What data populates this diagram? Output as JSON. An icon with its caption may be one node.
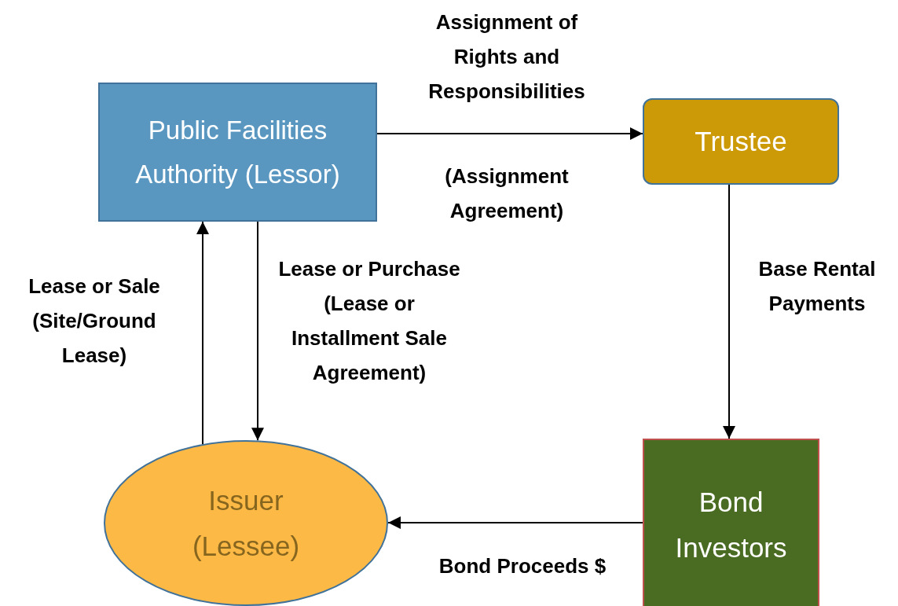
{
  "diagram": {
    "nodes": [
      {
        "text": [
          "Public Facilities Authority (Lessor)"
        ]
      },
      {
        "text": [
          "Trustee"
        ]
      },
      {
        "text": [
          "Issuer (Lessee)"
        ]
      },
      {
        "text": [
          "Bond Investors"
        ]
      }
    ],
    "edges": [
      {
        "from": 0,
        "to": 1,
        "arrow": "to",
        "label": "Assignment of Rights and Responsibilities"
      },
      {
        "from": 1,
        "to": 3,
        "arrow": "to",
        "label": "Base Rental Payments"
      },
      {
        "from": 3,
        "to": 2,
        "arrow": "to",
        "label": "Bond Proceeds $"
      },
      {
        "from": 2,
        "to": 0,
        "arrow": "to",
        "label": "Lease or Sale (Site/Ground Lease)"
      },
      {
        "from": 0,
        "to": 2,
        "arrow": "to",
        "label": "Lease or Purchase (Lease or Installment Sale Agreement)"
      }
    ],
    "labels": [
      "(Assignment Agreement)"
    ]
  }
}
